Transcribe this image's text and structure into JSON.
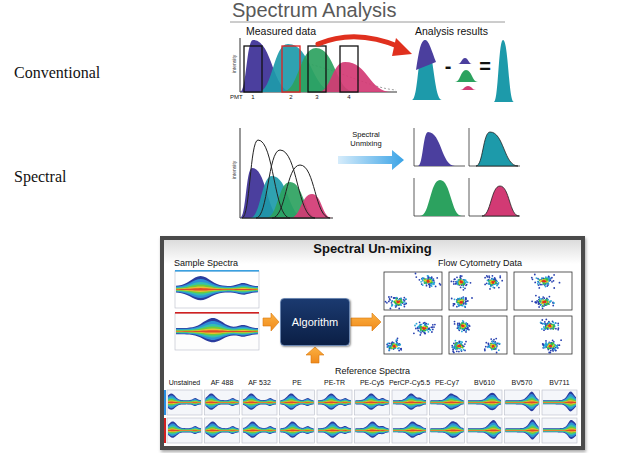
{
  "diagram": {
    "title": "Spectrum Analysis",
    "nodes": [
      {
        "text": [
          "Spectral Un-mixing"
        ]
      },
      {
        "text": [
          "Sample Spectra"
        ],
        "in": 0
      },
      {
        "text": [
          "Algorithm"
        ],
        "in": 0
      },
      {
        "text": [
          "Flow Cytometry Data"
        ],
        "in": 0
      },
      {
        "text": [
          "Reference Spectra"
        ],
        "in": 0
      }
    ],
    "edges": [
      {
        "from": 1,
        "to": 2,
        "arrow": "to"
      },
      {
        "from": 2,
        "to": 3,
        "arrow": "to"
      },
      {
        "from": 4,
        "to": 2,
        "arrow": "to"
      }
    ],
    "labels": [
      "Conventional",
      "Spectral",
      "Measured data",
      "Analysis results",
      "intensity",
      "PMT",
      "1",
      "2",
      "3",
      "4",
      "-",
      "=",
      "intensity",
      "Spectral Unmixing",
      "Unstained",
      "AF 488",
      "AF 532",
      "PE",
      "PE-TR",
      "PE-Cy5",
      "PerCP-Cy5.5",
      "PE-Cy7",
      "BV610",
      "BV570",
      "BV711"
    ]
  }
}
